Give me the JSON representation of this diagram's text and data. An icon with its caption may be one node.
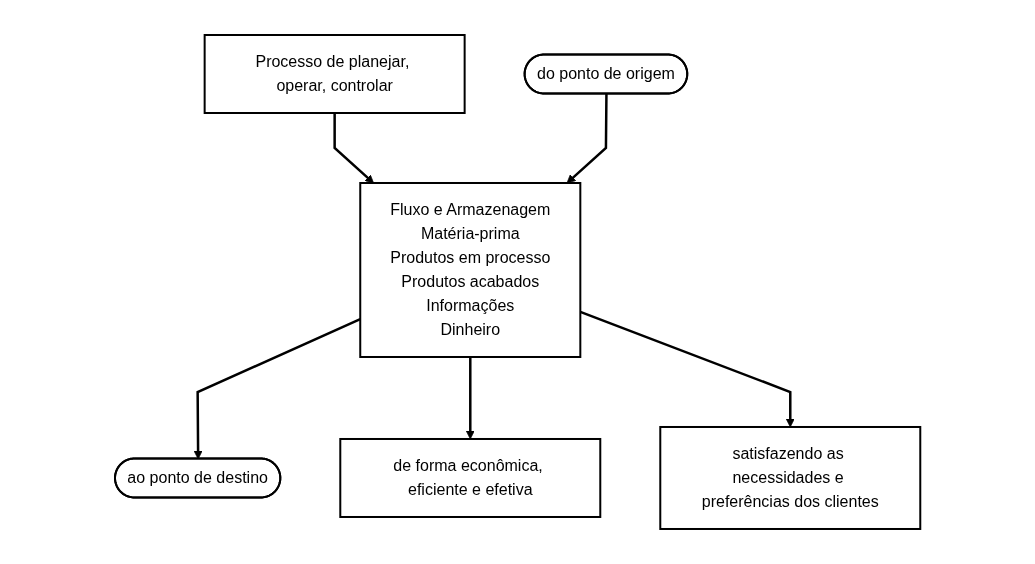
{
  "diagram": {
    "nodes": [
      {
        "text": [
          "Processo de planejar, operar, controlar"
        ]
      },
      {
        "text": [
          "Fluxo e Armazenagem",
          "Matéria-prima",
          "Produtos em processo",
          "Produtos acabados",
          "Informações",
          "Dinheiro"
        ]
      },
      {
        "text": [
          "do ponto de origem"
        ]
      },
      {
        "text": [
          "ao ponto de destino"
        ]
      },
      {
        "text": [
          "de forma econômica, eficiente e efetiva"
        ]
      },
      {
        "text": [
          "satisfazendo as necessidades e preferências dos clientes"
        ]
      }
    ],
    "edges": [
      {
        "from": 0,
        "to": 1,
        "arrow": "to"
      },
      {
        "from": 2,
        "to": 1,
        "arrow": "to"
      },
      {
        "from": 1,
        "to": 3,
        "arrow": "to"
      },
      {
        "from": 1,
        "to": 4,
        "arrow": "to"
      },
      {
        "from": 1,
        "to": 5,
        "arrow": "to"
      }
    ]
  }
}
